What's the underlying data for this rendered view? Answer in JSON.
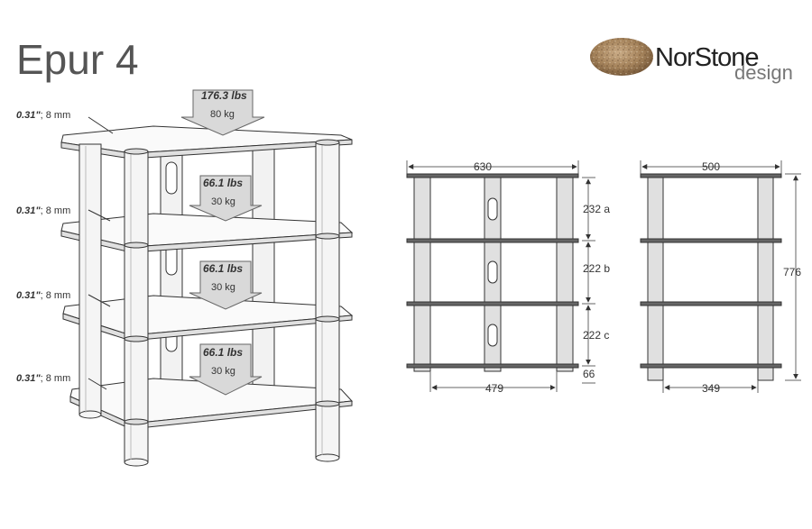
{
  "title": "Epur 4",
  "brand": {
    "name": "NorStone",
    "tagline": "design"
  },
  "glass": {
    "thickness_in": "0.31\"",
    "thickness_mm": "; 8 mm"
  },
  "loads": [
    {
      "lbs": "176.3 lbs",
      "kg": "80 kg"
    },
    {
      "lbs": "66.1 lbs",
      "kg": "30 kg"
    },
    {
      "lbs": "66.1 lbs",
      "kg": "30 kg"
    },
    {
      "lbs": "66.1 lbs",
      "kg": "30 kg"
    }
  ],
  "front_view": {
    "width_top": "630",
    "width_inner": "479",
    "gap_a": "232 a",
    "gap_b": "222 b",
    "gap_c": "222 c",
    "foot": "66"
  },
  "side_view": {
    "depth_top": "500",
    "depth_inner": "349",
    "height": "776"
  },
  "colors": {
    "line": "#333333",
    "pillar_fill": "#e6e6e6",
    "arrow_fill": "#d9d9d9",
    "shelf_front": "#555555"
  }
}
